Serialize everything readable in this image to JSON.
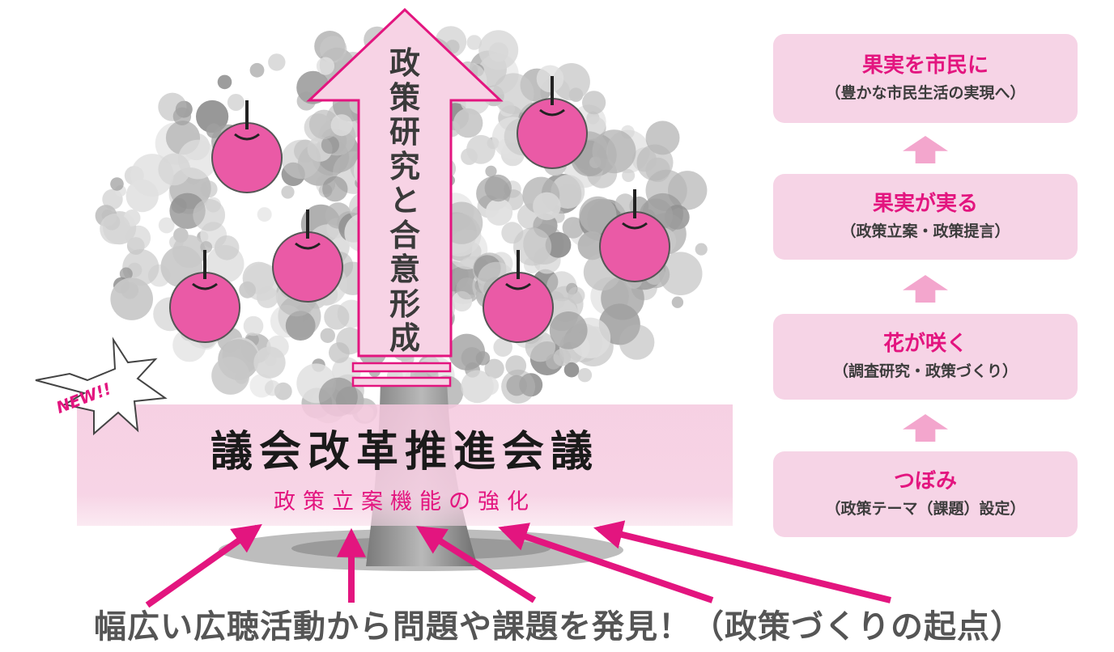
{
  "stages": [
    {
      "title": "果実を市民に",
      "subtitle": "（豊かな市民生活の実現へ）"
    },
    {
      "title": "果実が実る",
      "subtitle": "（政策立案・政策提言）"
    },
    {
      "title": "花が咲く",
      "subtitle": "（調査研究・政策づくり）"
    },
    {
      "title": "つぼみ",
      "subtitle": "（政策テーマ（課題）設定）"
    }
  ],
  "tree": {
    "arrow_chars": [
      "政",
      "策",
      "研",
      "究",
      "と",
      "合",
      "意",
      "形",
      "成"
    ]
  },
  "banner": {
    "title": "議会改革推進会議",
    "subtitle": "政策立案機能の強化",
    "badge": "NEW!!"
  },
  "caption": "幅広い広聴活動から問題や課題を発見！（政策づくりの起点）",
  "colors": {
    "accent": "#e3157f",
    "apple": "#ea5aa6",
    "stage_box": "#f6d4e6",
    "stage_arrow": "#f3a6cd",
    "banner": "#f5c8de"
  }
}
